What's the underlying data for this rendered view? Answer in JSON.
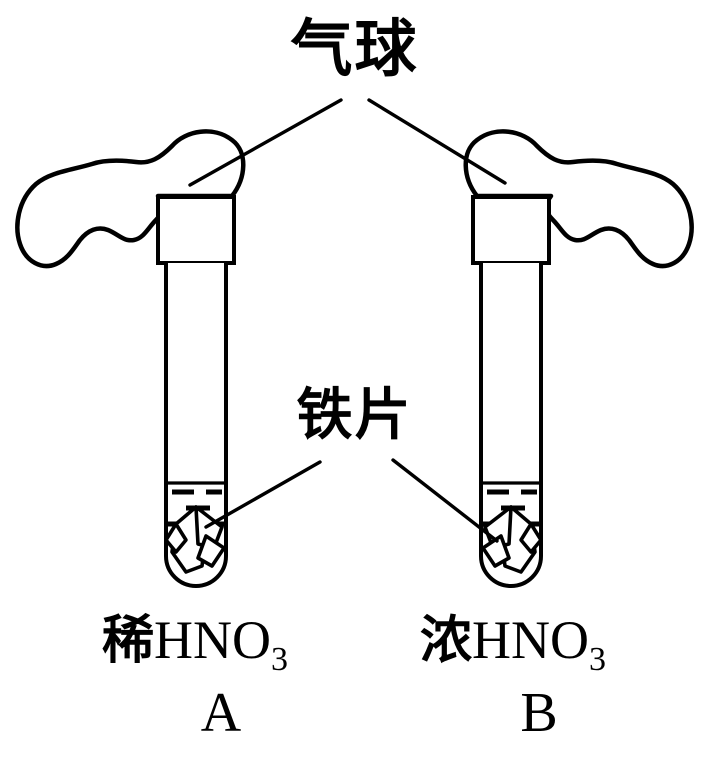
{
  "figure": {
    "title_text": "",
    "background_color": "#ffffff",
    "line_color": "#000000",
    "subject": "two test tubes with balloons over iron in nitric acid"
  },
  "annotations": {
    "balloon_label": "气球",
    "iron_label": "铁片"
  },
  "tubes": [
    {
      "id": "A",
      "letter": "A",
      "reagent_cn": "稀",
      "reagent_formula": "HNO",
      "reagent_subscript": "3",
      "caption_full": "稀 HNO3",
      "balloon_state": "deflated",
      "balloon_side": "left",
      "contents": "iron piece in dilute nitric acid"
    },
    {
      "id": "B",
      "letter": "B",
      "reagent_cn": "浓",
      "reagent_formula": "HNO",
      "reagent_subscript": "3",
      "caption_full": "浓 HNO3",
      "balloon_state": "deflated",
      "balloon_side": "right",
      "contents": "iron piece in concentrated nitric acid"
    }
  ],
  "icons": {
    "balloon": "balloon-icon",
    "test_tube": "test-tube-icon",
    "iron_piece": "iron-piece-icon",
    "liquid": "liquid-icon",
    "leader_line": "leader-line-icon"
  }
}
